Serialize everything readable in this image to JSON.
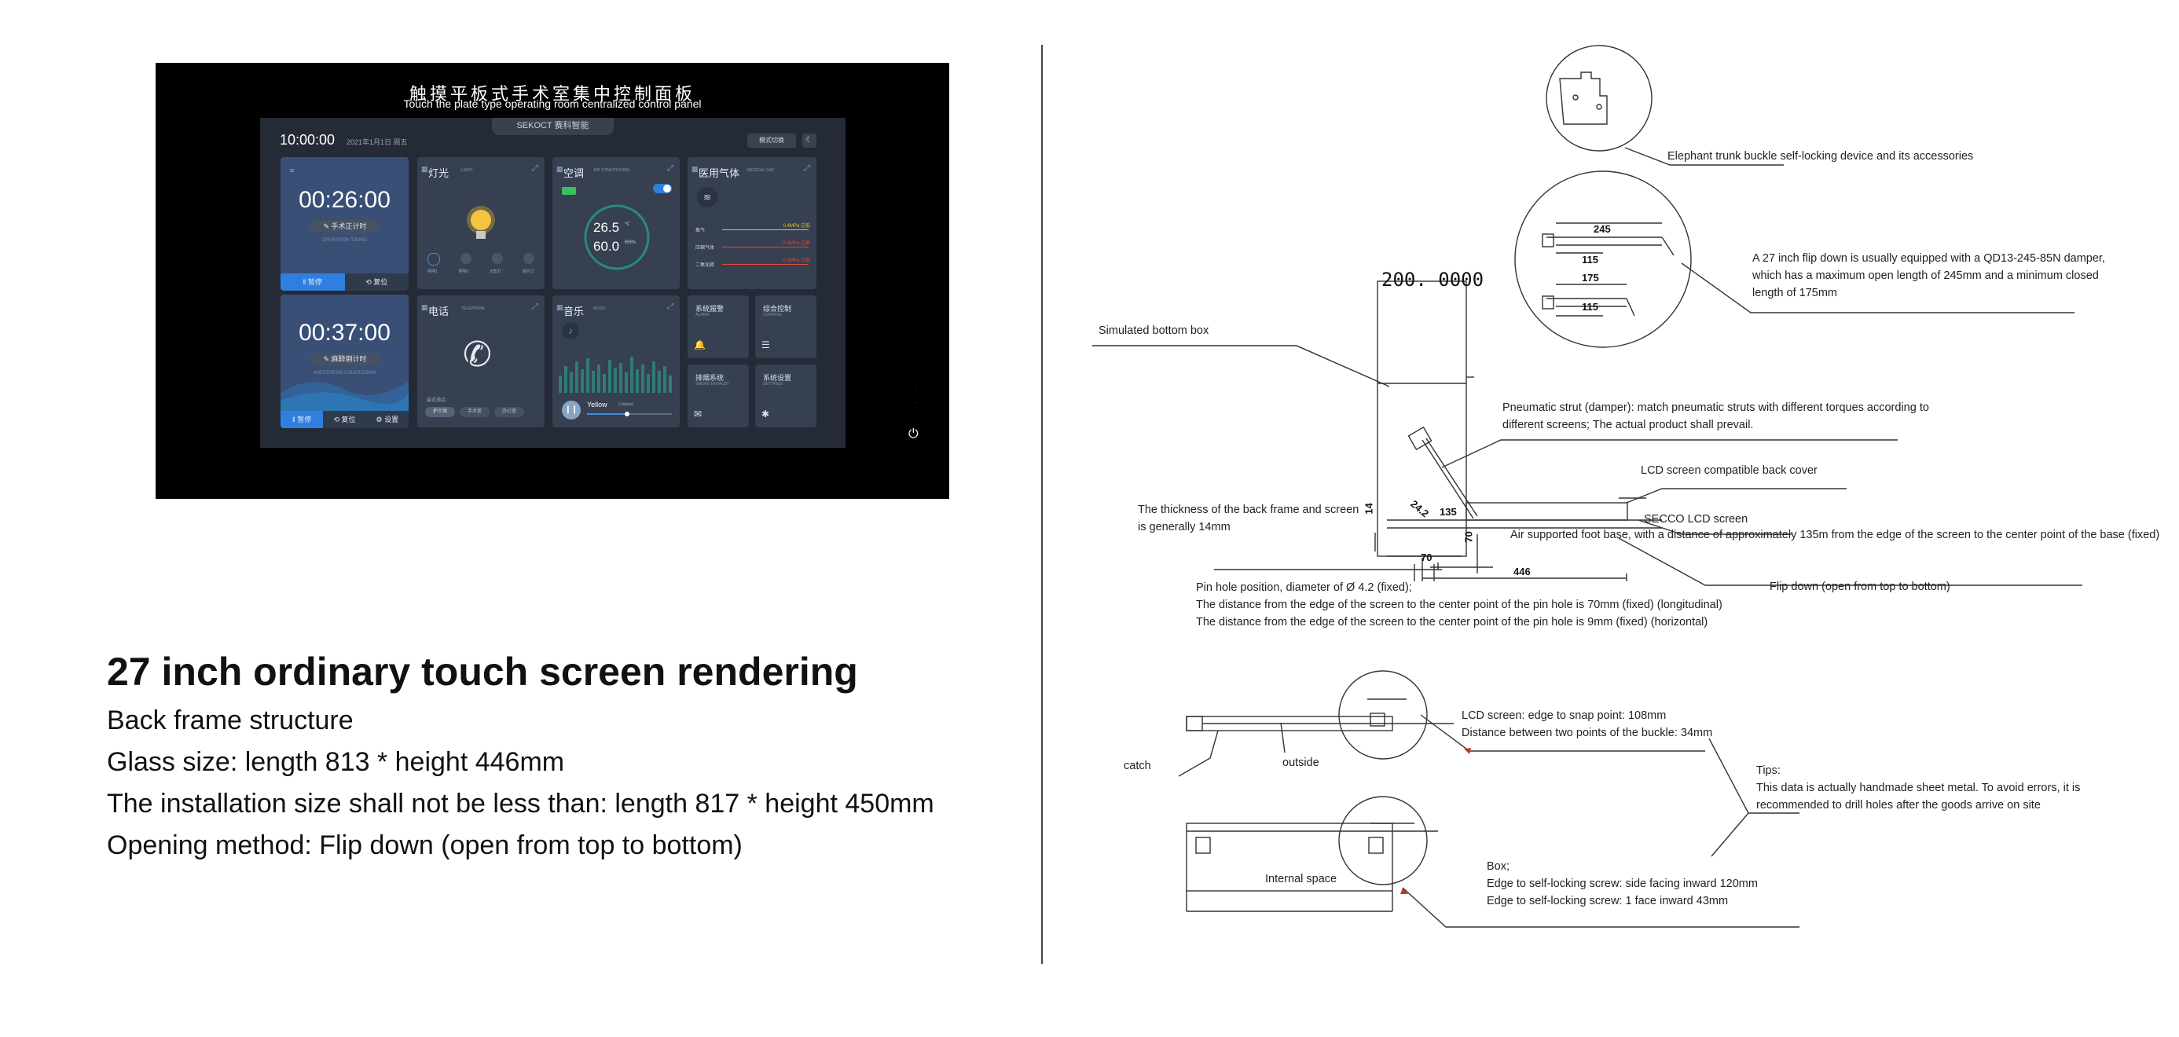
{
  "device": {
    "title_cn": "触摸平板式手术室集中控制面板",
    "title_en": "Touch the plate type operating room centralized control panel",
    "brand": "SEKOCT 赛科智能",
    "clock": "10:00:00",
    "date": "2021年1月1日  周五",
    "mode_button": "模式切换",
    "timers": [
      {
        "time": "00:26:00",
        "button": "✎ 手术正计时",
        "subtext": "OPERATION TIMING",
        "actions": [
          "‖ 暂停",
          "⟲ 复位"
        ]
      },
      {
        "time": "00:37:00",
        "button": "✎ 麻醉倒计时",
        "subtext": "ANESTHESIA COUNTDOWN",
        "actions": [
          "‖ 暂停",
          "⟲ 复位",
          "⚙ 设置"
        ]
      }
    ],
    "light": {
      "title": "灯光",
      "subtitle": "LIGHT",
      "buttons": [
        "照明1",
        "照明2",
        "无影灯",
        "观片灯"
      ]
    },
    "ac": {
      "title": "空调",
      "subtitle": "AIR CONDITIONING",
      "temperature": "26.5",
      "temperature_unit": "℃",
      "humidity": "60.0",
      "humidity_unit": "RH%"
    },
    "gas": {
      "title": "医用气体",
      "subtitle": "MEDICAL GAS",
      "rows": [
        {
          "name": "氧气",
          "value": "0.4MPa 过低",
          "color": "#e0c23a"
        },
        {
          "name": "压缩气体",
          "value": "0.4MPa 过高",
          "color": "#e0463a"
        },
        {
          "name": "二氧化碳",
          "value": "0.4MPa 过低",
          "color": "#e0463a"
        }
      ]
    },
    "phone": {
      "title": "电话",
      "subtitle": "TELEPHONE",
      "recent": "最近通话",
      "buttons": [
        "护士站",
        "手术室",
        "办公室"
      ]
    },
    "music": {
      "title": "音乐",
      "subtitle": "MUSIC",
      "song": "Yellow",
      "artist": "Coldplay"
    },
    "grid": [
      {
        "title": "系统报警",
        "subtitle": "ALARM",
        "icon": "🔔"
      },
      {
        "title": "综合控制",
        "subtitle": "CONTROL",
        "icon": "☰"
      },
      {
        "title": "排烟系统",
        "subtitle": "SMOKE EXHAUST",
        "icon": "✉"
      },
      {
        "title": "系统设置",
        "subtitle": "SETTINGS",
        "icon": "✱"
      }
    ]
  },
  "caption": {
    "heading": "27 inch ordinary touch screen rendering",
    "specs": [
      "Back frame structure",
      "Glass size: length 813 * height 446mm",
      "The installation size shall not be less than: length 817 * height 450mm",
      "Opening method: Flip down (open from top to bottom)"
    ]
  },
  "drawing": {
    "labels": {
      "elephant": "Elephant trunk buckle self-locking device and its accessories",
      "damper_note": [
        "A 27 inch flip down is usually equipped with a QD13-245-85N damper,",
        "which has a maximum open length of 245mm and a minimum closed",
        "length of 175mm"
      ],
      "simulated_box": "Simulated bottom box",
      "strut": [
        "Pneumatic strut (damper): match pneumatic struts with different torques according to",
        "different screens; The actual product shall prevail."
      ],
      "back_cover": "LCD screen compatible back cover",
      "thickness": [
        "The thickness of the back frame and screen",
        "is generally 14mm"
      ],
      "secco": "SECCO LCD screen",
      "foot_base": "Air supported foot base, with a distance of approximately 135m from the edge of the screen to the center point of the base (fixed)",
      "flip": "Flip down (open from top to bottom)",
      "pin_hole": [
        "Pin hole position, diameter of Ø 4.2 (fixed);",
        "The distance from the edge of the screen to the center point of the pin hole is 70mm (fixed) (longitudinal)",
        "The distance from the edge of the screen to the center point of the pin hole is 9mm (fixed) (horizontal)"
      ],
      "lcd_snap": [
        "LCD screen: edge to snap point: 108mm",
        "Distance between two points of the buckle: 34mm"
      ],
      "catch": "catch",
      "outside": "outside",
      "tips": [
        "Tips:",
        "This data is actually handmade sheet metal. To avoid errors, it is",
        "recommended to drill holes after the goods arrive on site"
      ],
      "internal": "Internal space",
      "box": [
        "Box;",
        "Edge to self-locking screw: side facing inward 120mm",
        "Edge to self-locking screw: 1 face inward 43mm"
      ]
    },
    "dims": {
      "d200": "200. 0000",
      "d245": "245",
      "d115a": "115",
      "d175": "175",
      "d115b": "115",
      "d14": "14",
      "d24": "24.2",
      "d135": "135",
      "d70v": "70",
      "d70h": "70",
      "d446": "446"
    }
  }
}
